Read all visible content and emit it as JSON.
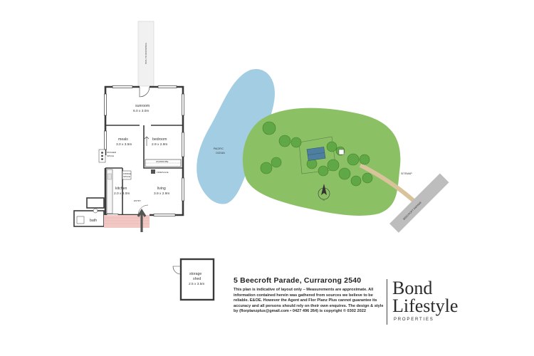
{
  "path_label": "PATH TO ROCKPOOL",
  "rooms": {
    "sunroom": {
      "name": "sunroom",
      "dim": "6.0 x 3.0m"
    },
    "meals": {
      "name": "meals",
      "dim": "3.0 x 3.5m"
    },
    "bedroom": {
      "name": "bedroom",
      "dim": "2.9 x 2.9m"
    },
    "kitchen": {
      "name": "kitchen",
      "dim": "2.0 x 3.0m"
    },
    "living": {
      "name": "living",
      "dim": "3.9 x 2.9m"
    },
    "bath": {
      "name": "bath"
    },
    "storage": {
      "name_line1": "storage",
      "name_line2": "shed",
      "dim": "2.5 x 3.5m"
    }
  },
  "labels": {
    "wardrobe": "WARDROBE",
    "fireplace": "FIREPLACE",
    "entry": "ENTRY",
    "pantry": "PANTRY",
    "fridge": "FRIDGE",
    "space": "SPACE",
    "washer": "WASHER"
  },
  "sitemap": {
    "ocean_line1": "PACIFIC",
    "ocean_line2": "OCEAN",
    "sitemap_label": "SITEMAP",
    "road_label": "BEECROFT PARADE",
    "north": "N"
  },
  "info": {
    "title": "5 Beecroft Parade, Currarong 2540",
    "disclaimer": "This plan is indicative of layout only – Measurements are approximate. All information contained herein was gathered from sources we believe to be reliable. E&OE. However the Agent and Flor Planz Plus cannot guarantee its accuracy and all persons should rely on their own enquires. The design & style by (florplanzplus@gmail.com • 0427 496 264) is copyright © 0302 2022"
  },
  "brand": {
    "line1": "Bond",
    "line2": "Lifestyle",
    "line3": "PROPERTIES"
  },
  "colors": {
    "grass": "#8cc065",
    "ocean": "#a3cde2",
    "tree": "#5fa845",
    "roof": "#4f7f9e",
    "deck": "#f2c8c4",
    "road": "#bdbdbd",
    "wall": "#3a3a3a"
  }
}
